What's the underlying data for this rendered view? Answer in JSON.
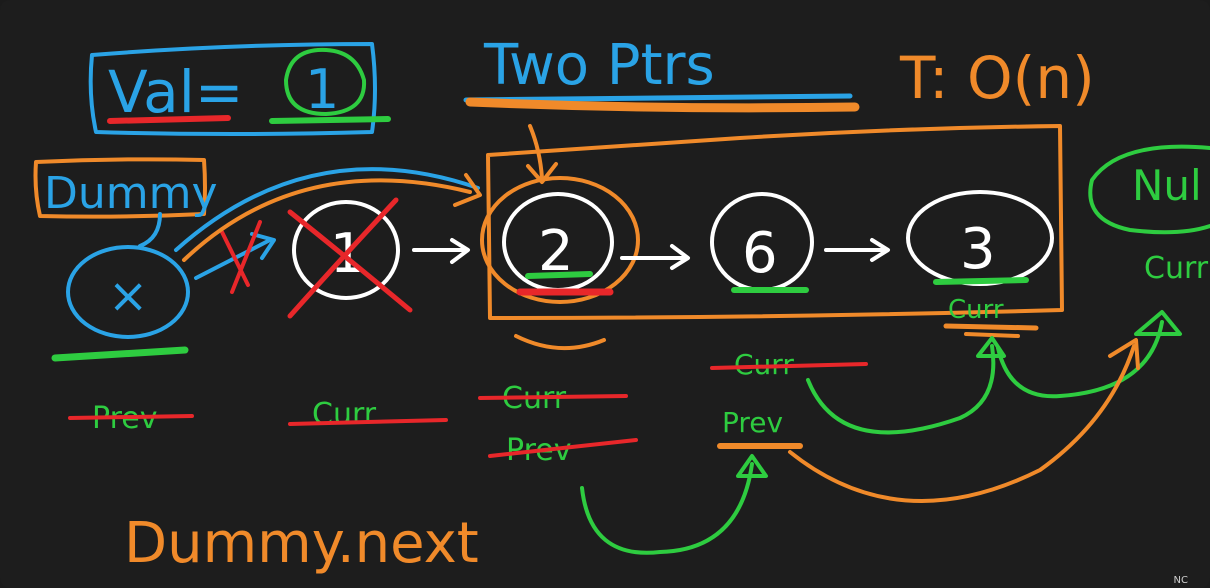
{
  "labels": {
    "val_label": "Val=",
    "val_value": "1",
    "title": "Two Ptrs",
    "complexity": "T: O(n)",
    "dummy": "Dummy",
    "dummy_node": "×",
    "null_label": "Nul",
    "curr_right": "Curr",
    "bottom": "Dummy.next"
  },
  "nodes": [
    "1",
    "2",
    "6",
    "3"
  ],
  "pointer_labels": {
    "prev_struck_1": "Prev",
    "curr_struck_1": "Curr",
    "curr_struck_2": "Curr",
    "prev_struck_2": "Prev",
    "curr_struck_3": "Curr",
    "prev_active": "Prev",
    "curr_active": "Curr"
  },
  "colors": {
    "background": "#1d1d1d",
    "blue": "#2aa3e6",
    "orange": "#f08a2a",
    "green": "#2ecc40",
    "red": "#e8272a",
    "white": "#ffffff"
  },
  "watermark": "NC"
}
